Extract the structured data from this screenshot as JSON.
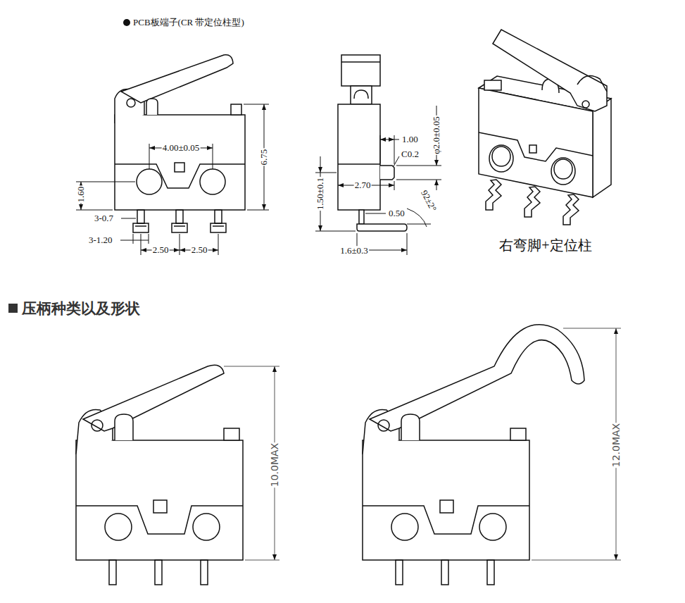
{
  "diagram": {
    "labels": [
      "PCB板端子(CR 带定位柱型)",
      "4.00±0.05",
      "6.75",
      "1.60",
      "3-0.7",
      "3-1.20",
      "2.50",
      "2.50",
      "1.00",
      "C0.2",
      "φ2.0±0.05",
      "1.50±0.1",
      "2.70",
      "92±2°",
      "0.50",
      "1.6±0.3",
      "右弯脚+定位柱",
      "压柄种类以及形状",
      "10.0MAX",
      "12.0MAX"
    ]
  }
}
